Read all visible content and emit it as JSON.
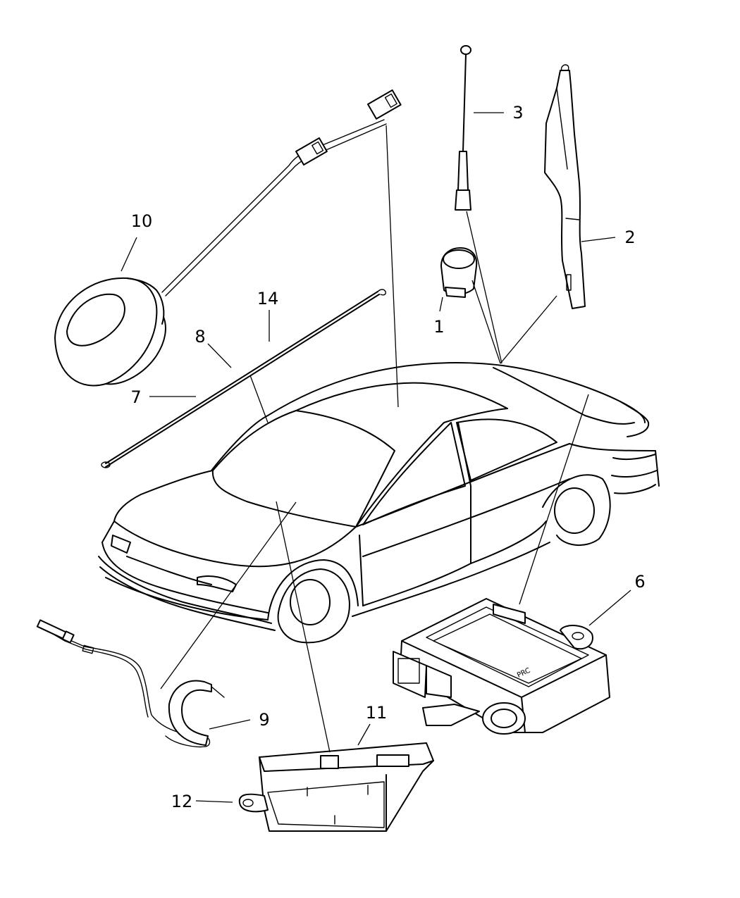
{
  "callouts": {
    "c1": "1",
    "c2": "2",
    "c3": "3",
    "c6": "6",
    "c7": "7",
    "c8": "8",
    "c9": "9",
    "c10": "10",
    "c11": "11",
    "c12": "12",
    "c14": "14"
  },
  "parts": {
    "label_on_module_6": "PRC"
  },
  "colors": {
    "line": "#000000",
    "background": "#ffffff"
  }
}
